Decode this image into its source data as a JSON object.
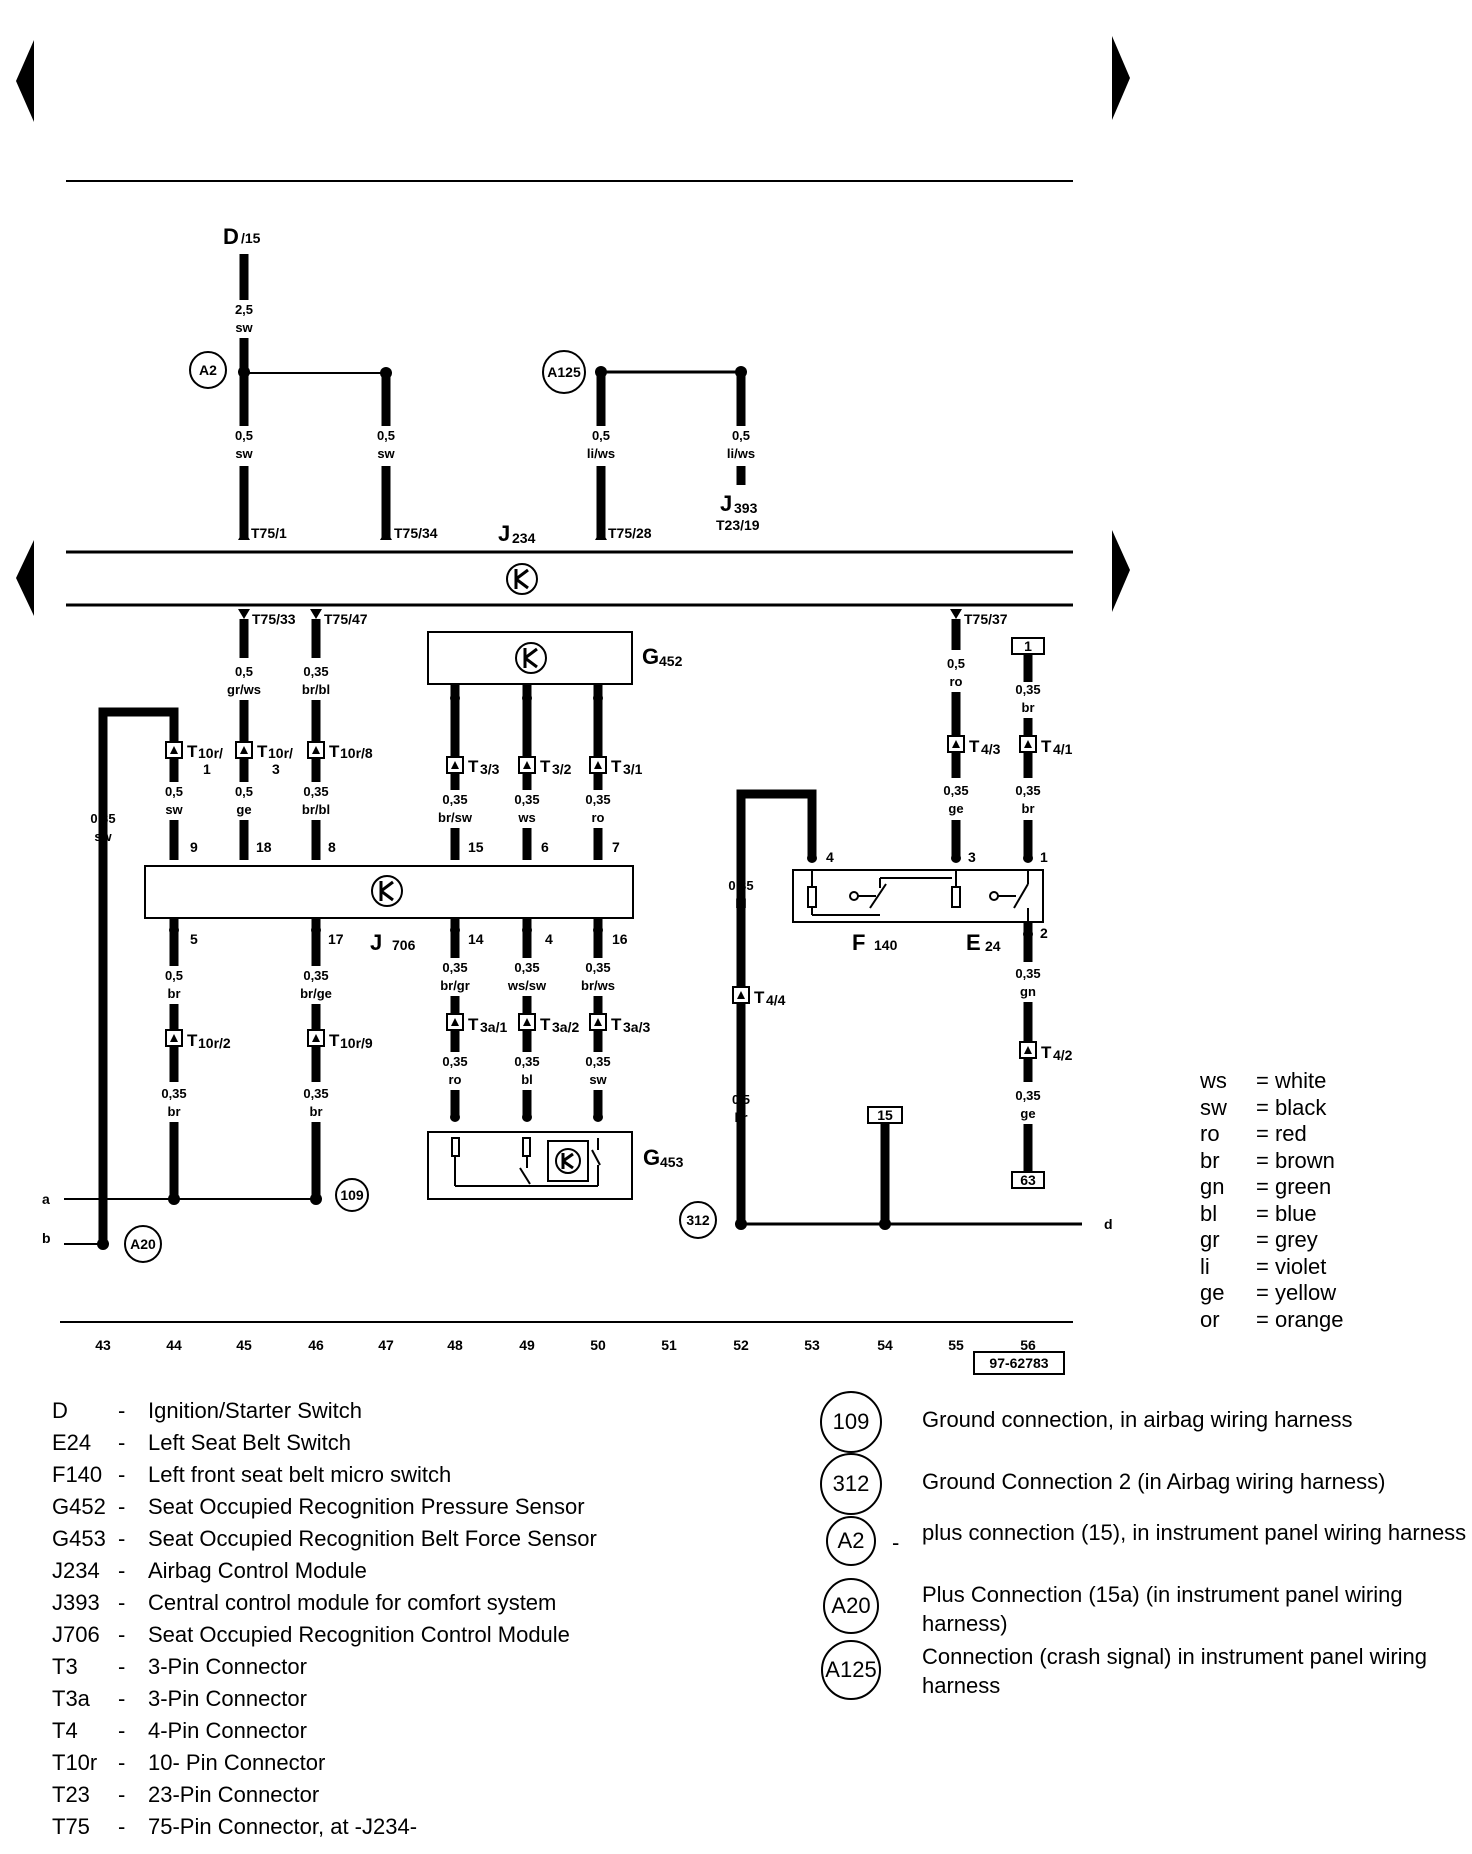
{
  "components": {
    "D": {
      "label": "D",
      "sub": "/15"
    },
    "J234": {
      "label": "J",
      "sub": "234"
    },
    "J393": {
      "label": "J",
      "sub": "393",
      "pin": "T23/19"
    },
    "G452": {
      "label": "G",
      "sub": "452"
    },
    "J706": {
      "label": "J",
      "sub": "706"
    },
    "F140": {
      "label": "F",
      "sub": "140"
    },
    "E24": {
      "label": "E",
      "sub": "24"
    },
    "G453": {
      "label": "G",
      "sub": "453"
    }
  },
  "wire_labels": {
    "d15": [
      "2,5",
      "sw"
    ],
    "a2_left": [
      "0,5",
      "sw"
    ],
    "a2_right": [
      "0,5",
      "sw"
    ],
    "a125_left": [
      "0,5",
      "li/ws"
    ],
    "a125_right": [
      "0,5",
      "li/ws"
    ],
    "t75_33": [
      "0,5",
      "gr/ws"
    ],
    "t75_47": [
      "0,35",
      "br/bl"
    ],
    "w44_top": [
      "0,5",
      "sw"
    ],
    "w45_top": [
      "0,5",
      "ge"
    ],
    "w46_top": [
      "0,35",
      "br/bl"
    ],
    "w43": [
      "0,35",
      "sw"
    ],
    "w48_top": [
      "0,35",
      "br/sw"
    ],
    "w49_top": [
      "0,35",
      "ws"
    ],
    "w50_top": [
      "0,35",
      "ro"
    ],
    "w44_mid": [
      "0,5",
      "br"
    ],
    "w44_bot": [
      "0,35",
      "br"
    ],
    "w46_mid": [
      "0,35",
      "br/ge"
    ],
    "w46_bot": [
      "0,35",
      "br"
    ],
    "w48_mid": [
      "0,35",
      "br/gr"
    ],
    "w49_mid": [
      "0,35",
      "ws/sw"
    ],
    "w50_mid": [
      "0,35",
      "br/ws"
    ],
    "w48_bot": [
      "0,35",
      "ro"
    ],
    "w49_bot": [
      "0,35",
      "bl"
    ],
    "w50_bot": [
      "0,35",
      "sw"
    ],
    "w52_top": [
      "0,35",
      "bl"
    ],
    "w52_bot": [
      "0,5",
      "br"
    ],
    "w55": [
      "0,5",
      "ro"
    ],
    "w55_bot": [
      "0,35",
      "ge"
    ],
    "w56_top": [
      "0,35",
      "br"
    ],
    "w56_mid": [
      "0,35",
      "br"
    ],
    "w56_bot1": [
      "0,35",
      "gn"
    ],
    "w56_bot2": [
      "0,35",
      "ge"
    ]
  },
  "pin_labels": {
    "t75_1": "T75/1",
    "t75_34": "T75/34",
    "t75_28": "T75/28",
    "t75_33": "T75/33",
    "t75_47": "T75/47",
    "t75_37": "T75/37",
    "p9": "9",
    "p18": "18",
    "p8": "8",
    "p15": "15",
    "p6": "6",
    "p7": "7",
    "p5": "5",
    "p17": "17",
    "p14": "14",
    "p4b": "4",
    "p16": "16",
    "e4": "4",
    "e3": "3",
    "e1": "1",
    "e2": "2"
  },
  "connectors": {
    "t10r1": {
      "main": "T",
      "sub": "10r/",
      "sub2": "1"
    },
    "t10r3": {
      "main": "T",
      "sub": "10r/",
      "sub2": "3"
    },
    "t10r8": {
      "main": "T",
      "sub": "10r/8"
    },
    "t3_3": {
      "main": "T",
      "sub": "3/3"
    },
    "t3_2": {
      "main": "T",
      "sub": "3/2"
    },
    "t3_1": {
      "main": "T",
      "sub": "3/1"
    },
    "t4_3": {
      "main": "T",
      "sub": "4/3"
    },
    "t4_1": {
      "main": "T",
      "sub": "4/1"
    },
    "t10r2": {
      "main": "T",
      "sub": "10r/2"
    },
    "t10r9": {
      "main": "T",
      "sub": "10r/9"
    },
    "t3a1": {
      "main": "T",
      "sub": "3a/1"
    },
    "t3a2": {
      "main": "T",
      "sub": "3a/2"
    },
    "t3a3": {
      "main": "T",
      "sub": "3a/3"
    },
    "t4_4": {
      "main": "T",
      "sub": "4/4"
    },
    "t4_2": {
      "main": "T",
      "sub": "4/2"
    }
  },
  "grounds": {
    "A2": "A2",
    "A125": "A125",
    "A20": "A20",
    "g109": "109",
    "g312": "312"
  },
  "boxes": {
    "b1": "1",
    "b15": "15",
    "b63": "63"
  },
  "edge_labels": {
    "a": "a",
    "b": "b",
    "d": "d"
  },
  "columns": [
    "43",
    "44",
    "45",
    "46",
    "47",
    "48",
    "49",
    "50",
    "51",
    "52",
    "53",
    "54",
    "55",
    "56"
  ],
  "doc_number": "97-62783",
  "color_key": [
    {
      "abbr": "ws",
      "name": "white"
    },
    {
      "abbr": "sw",
      "name": "black"
    },
    {
      "abbr": "ro",
      "name": "red"
    },
    {
      "abbr": "br",
      "name": "brown"
    },
    {
      "abbr": "gn",
      "name": "green"
    },
    {
      "abbr": "bl",
      "name": "blue"
    },
    {
      "abbr": "gr",
      "name": "grey"
    },
    {
      "abbr": "li",
      "name": "violet"
    },
    {
      "abbr": "ge",
      "name": "yellow"
    },
    {
      "abbr": "or",
      "name": "orange"
    }
  ],
  "legend": [
    {
      "code": "D",
      "desc": "Ignition/Starter Switch"
    },
    {
      "code": "E24",
      "desc": "Left Seat Belt Switch"
    },
    {
      "code": "F140",
      "desc": "Left front seat belt micro switch"
    },
    {
      "code": "G452",
      "desc": "Seat Occupied Recognition Pressure Sensor"
    },
    {
      "code": "G453",
      "desc": "Seat Occupied Recognition Belt Force Sensor"
    },
    {
      "code": "J234",
      "desc": "Airbag Control Module"
    },
    {
      "code": "J393",
      "desc": "Central control module for comfort system"
    },
    {
      "code": "J706",
      "desc": "Seat Occupied Recognition Control Module"
    },
    {
      "code": "T3",
      "desc": "3-Pin Connector"
    },
    {
      "code": "T3a",
      "desc": "3-Pin Connector"
    },
    {
      "code": "T4",
      "desc": "4-Pin Connector"
    },
    {
      "code": "T10r",
      "desc": "10- Pin Connector"
    },
    {
      "code": "T23",
      "desc": "23-Pin Connector"
    },
    {
      "code": "T75",
      "desc": "75-Pin Connector, at -J234-"
    }
  ],
  "ground_legend": [
    {
      "symbol": "109",
      "dash": "",
      "desc": "Ground connection, in airbag wiring harness"
    },
    {
      "symbol": "312",
      "dash": "",
      "desc": "Ground Connection 2 (in Airbag wiring harness)"
    },
    {
      "symbol": "A2",
      "dash": "-",
      "desc": "plus connection (15), in instrument panel wiring harness"
    },
    {
      "symbol": "A20",
      "dash": "",
      "desc": "Plus Connection (15a) (in instrument panel wiring harness)"
    },
    {
      "symbol": "A125",
      "dash": "",
      "desc": "Connection (crash signal) in instrument panel wiring harness"
    }
  ],
  "dash_char": "-"
}
